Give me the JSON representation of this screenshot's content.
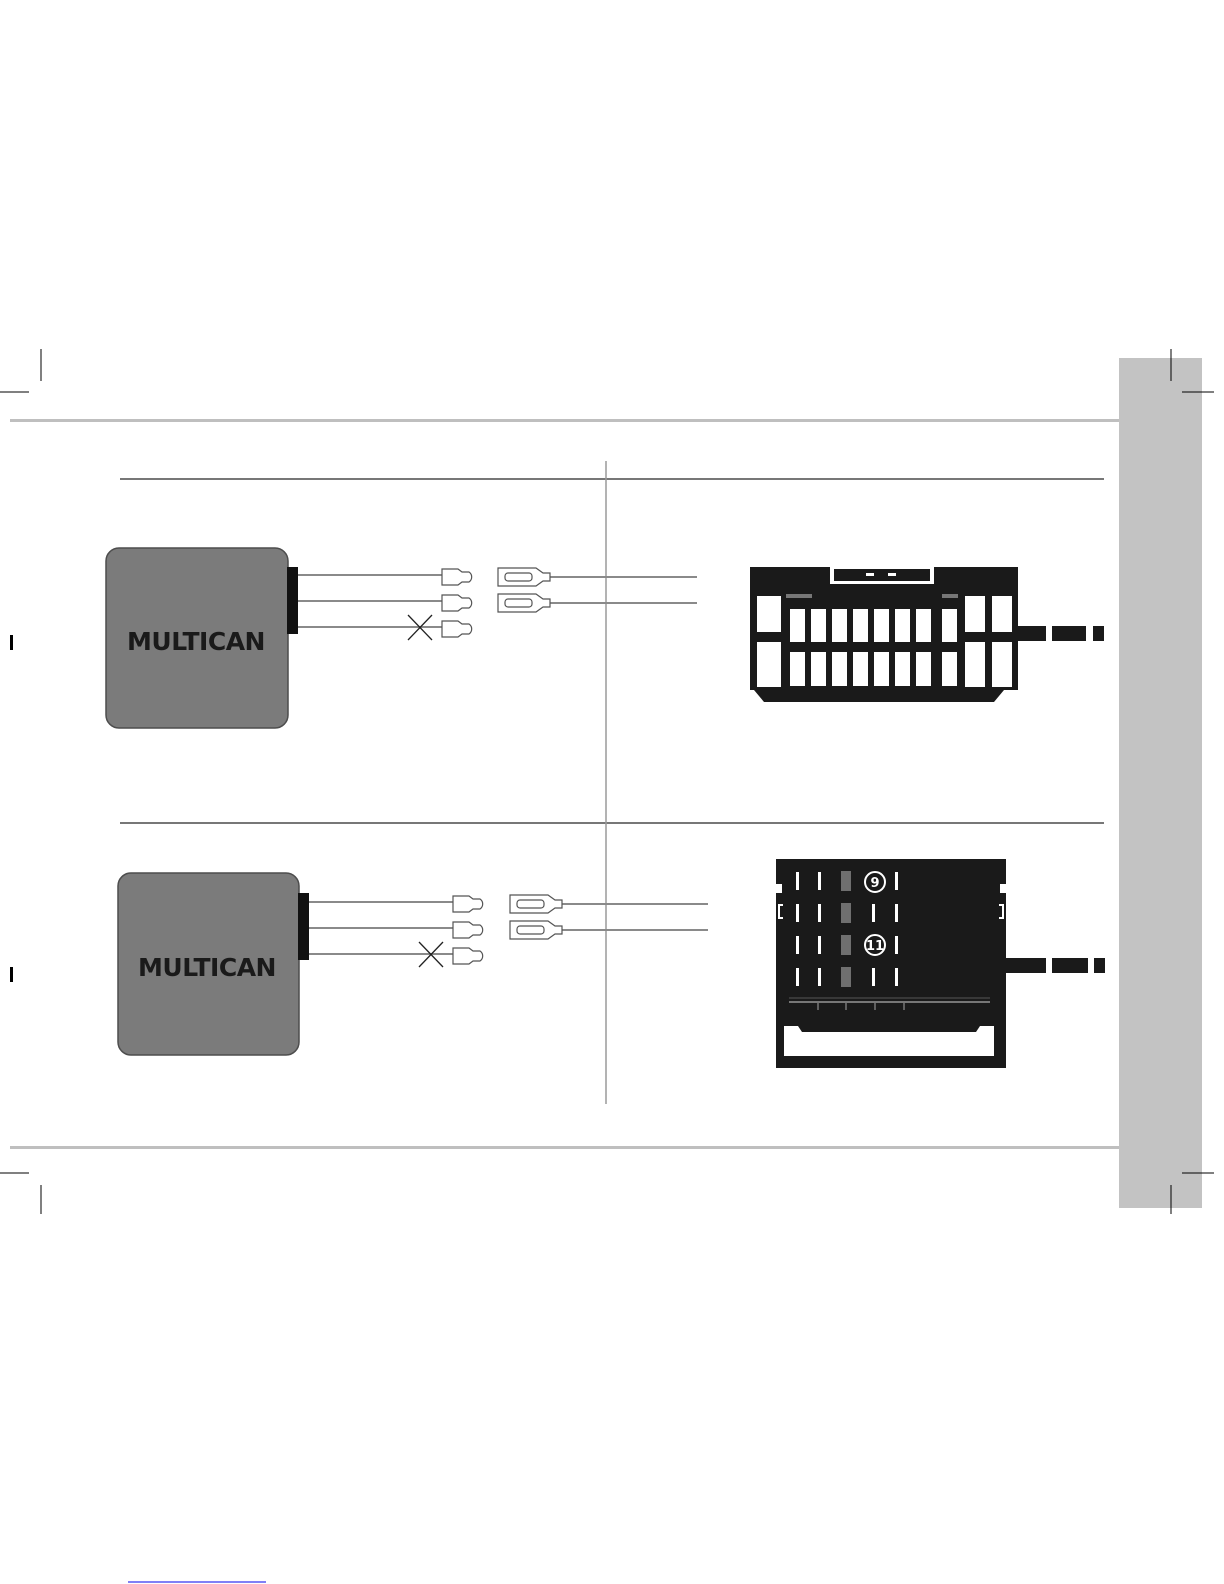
{
  "modules": [
    {
      "label": "MULTICAN"
    },
    {
      "label": "MULTICAN"
    }
  ],
  "connector_bottom": {
    "pin_labels": [
      "9",
      "11"
    ]
  },
  "colors": {
    "module_fill": "#7b7b7b",
    "side_tab": "#c3c3c3",
    "connector": "#1a1a1a",
    "wire": "#8a8a8a",
    "rule": "#bfbfbf"
  },
  "footer": {
    "link_text": ""
  }
}
